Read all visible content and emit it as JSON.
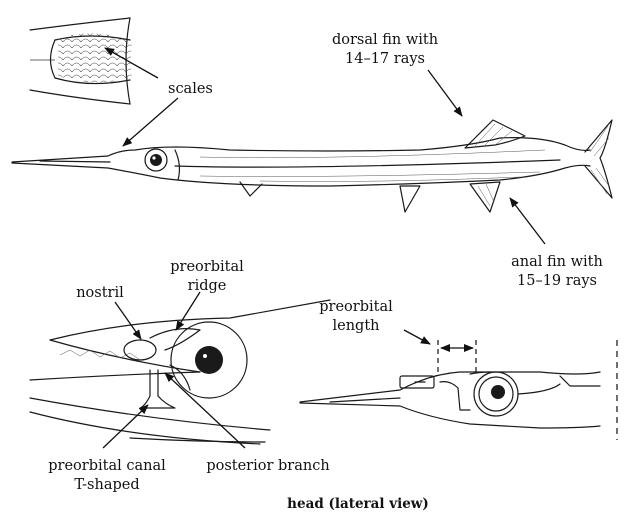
{
  "labels": {
    "scales": "scales",
    "dorsal_fin_line1": "dorsal fin with",
    "dorsal_fin_line2": "14–17 rays",
    "anal_fin_line1": "anal fin with",
    "anal_fin_line2": "15–19 rays",
    "nostril": "nostril",
    "preorbital_ridge_line1": "preorbital",
    "preorbital_ridge_line2": "ridge",
    "preorbital_length_line1": "preorbital",
    "preorbital_length_line2": "length",
    "preorbital_canal_line1": "preorbital canal",
    "preorbital_canal_line2": "T-shaped",
    "posterior_branch": "posterior branch"
  },
  "caption": "head (lateral view)",
  "colors": {
    "ink": "#1a1a1a",
    "background": "#ffffff"
  }
}
